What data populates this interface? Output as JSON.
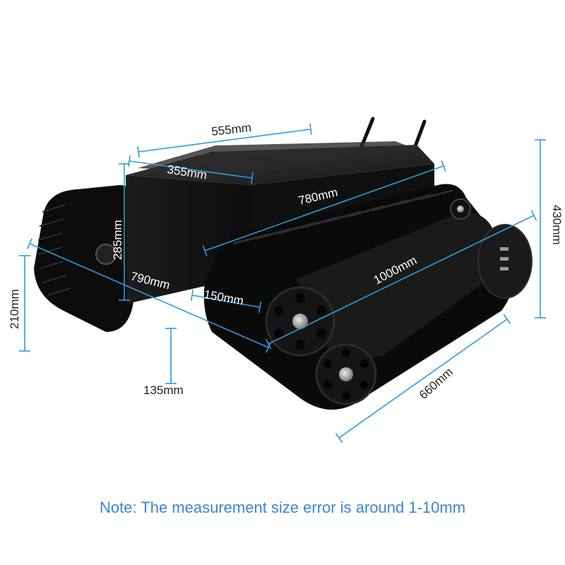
{
  "colors": {
    "dimension_line": "#2f9be0",
    "note_text": "#3a86d4",
    "robot_body": "#141414",
    "robot_track": "#0b0b0b",
    "hub_metal": "#b9b9b9"
  },
  "dimensions": {
    "top_length": "555mm",
    "top_width": "355mm",
    "body_height": "285mm",
    "body_length": "780mm",
    "total_height": "430mm",
    "track_height": "210mm",
    "total_width": "790mm",
    "track_width": "150mm",
    "total_length": "1000mm",
    "wheelbase": "660mm",
    "ground_clearance": "135mm"
  },
  "note": {
    "text": "Note: The measurement size error is around 1-10mm"
  }
}
